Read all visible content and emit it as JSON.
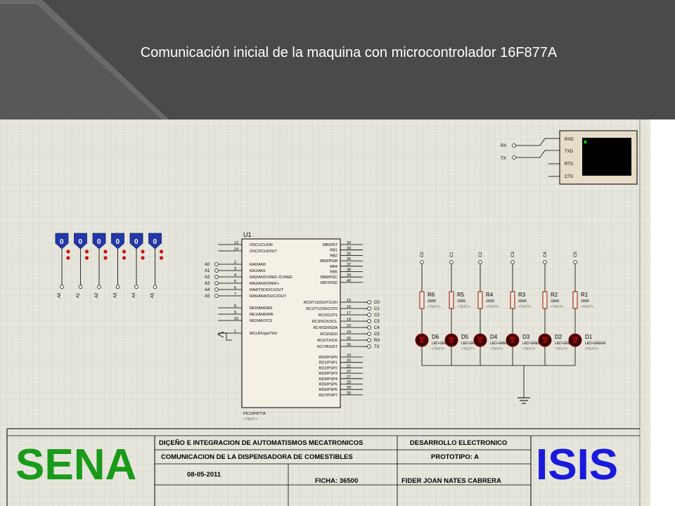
{
  "slide": {
    "title": "Comunicación inicial de la maquina con microcontrolador 16F877A"
  },
  "colors": {
    "grid_bg": "#e6e6dc",
    "grid_line": "#c8c8bc",
    "wire": "#000000",
    "component": "#8b0000",
    "chip_fill": "#f5f0e6",
    "sena_green": "#1a9a1a",
    "isis_blue": "#1a1adc",
    "probe_blue": "#2438a8",
    "header_bg": "#4a4a4a"
  },
  "icons": {
    "header_corner": "triangle-fold-icon",
    "ground": "ground-icon",
    "probe": "logic-probe-icon"
  },
  "terminal": {
    "pins": [
      "RXD",
      "TXD",
      "RTS",
      "CTS"
    ],
    "inputs": [
      "RX",
      "TX"
    ]
  },
  "probes": {
    "labels": [
      "A0",
      "A1",
      "A2",
      "A3",
      "A4",
      "A5"
    ]
  },
  "mcu": {
    "ref": "U1",
    "part": "PIC16F877A",
    "text": "<TEXT>",
    "osc_pins": [
      [
        "13",
        "OSC1/CLKIN"
      ],
      [
        "14",
        "OSC2/CLKOUT"
      ]
    ],
    "porta_pins": [
      [
        "2",
        "RA0/AN0"
      ],
      [
        "3",
        "RA1/AN1"
      ],
      [
        "4",
        "RA2/AN2/VREF-/CVREF"
      ],
      [
        "5",
        "RA3/AN3/VREF+"
      ],
      [
        "6",
        "RA4/T0CKI/C1OUT"
      ],
      [
        "7",
        "RA5/AN4/SS/C2OUT"
      ]
    ],
    "porta_nets": [
      "A0",
      "A1",
      "A2",
      "A3",
      "A4",
      "A5"
    ],
    "porte_pins": [
      [
        "8",
        "RE0/AN5/RD"
      ],
      [
        "9",
        "RE1/AN6/WR"
      ],
      [
        "10",
        "RE2/AN7/CS"
      ]
    ],
    "mclr_pin": [
      "1",
      "MCLR/Vpp/THV"
    ],
    "portb_pins": [
      [
        "33",
        "RB0/INT"
      ],
      [
        "34",
        "RB1"
      ],
      [
        "35",
        "RB2"
      ],
      [
        "36",
        "RB3/PGM"
      ],
      [
        "37",
        "RB4"
      ],
      [
        "38",
        "RB5"
      ],
      [
        "39",
        "RB6/PGC"
      ],
      [
        "40",
        "RB7/PGD"
      ]
    ],
    "portc_pins": [
      [
        "15",
        "RC0/T1OSO/T1CKI"
      ],
      [
        "16",
        "RC1/T1OSI/CCP2"
      ],
      [
        "17",
        "RC2/CCP1"
      ],
      [
        "18",
        "RC3/SCK/SCL"
      ],
      [
        "23",
        "RC4/SDI/SDA"
      ],
      [
        "24",
        "RC5/SDO"
      ],
      [
        "25",
        "RC6/TX/CK"
      ],
      [
        "26",
        "RC7/RX/DT"
      ]
    ],
    "portc_nets": [
      "C0",
      "C1",
      "C2",
      "C3",
      "C4",
      "C5",
      "RX",
      "TX"
    ],
    "portd_pins": [
      [
        "19",
        "RD0/PSP0"
      ],
      [
        "20",
        "RD1/PSP1"
      ],
      [
        "21",
        "RD2/PSP2"
      ],
      [
        "22",
        "RD3/PSP3"
      ],
      [
        "27",
        "RD4/PSP4"
      ],
      [
        "28",
        "RD5/PSP5"
      ],
      [
        "29",
        "RD6/PSP6"
      ],
      [
        "30",
        "RD7/PSP7"
      ]
    ]
  },
  "leds": {
    "nets": [
      "C0",
      "C1",
      "C2",
      "C3",
      "C4",
      "C5"
    ],
    "resistors": [
      "R6",
      "R5",
      "R4",
      "R3",
      "R2",
      "R1"
    ],
    "resistor_value": "330R",
    "text": "<TEXT>",
    "diodes": [
      "D6",
      "D5",
      "D4",
      "D3",
      "D2",
      "D1"
    ],
    "diode_type": "LED-GREEN"
  },
  "title_block": {
    "logo_left": "SENA",
    "logo_right": "ISIS",
    "row1_left": "DIÇEÑO E INTEGRACION DE AUTOMATISMOS MECATRONICOS",
    "row1_right": "DESARROLLO ELECTRONICO",
    "row2_left": "COMUNICACION DE LA DISPENSADORA DE COMESTIBLES",
    "row2_right": "PROTOTIPO: A",
    "date": "08-05-2011",
    "ficha": "FICHA: 36500",
    "author": "FIDER JOAN NATES CABRERA"
  }
}
